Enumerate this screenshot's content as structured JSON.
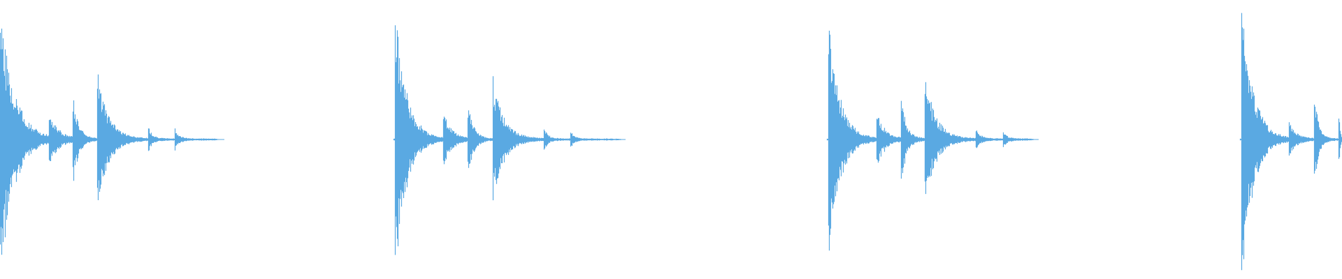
{
  "waveform": {
    "color": "#5aa9e2",
    "baseline": 0.5,
    "clips": [
      {
        "start": 0.0,
        "end": 0.167,
        "transients": [
          {
            "t": 0.0,
            "amp": 0.52,
            "decay": 0.01
          },
          {
            "t": 0.036,
            "amp": 0.1,
            "decay": 0.006
          },
          {
            "t": 0.054,
            "amp": 0.17,
            "decay": 0.004
          },
          {
            "t": 0.072,
            "amp": 0.27,
            "decay": 0.008
          },
          {
            "t": 0.11,
            "amp": 0.05,
            "decay": 0.003
          },
          {
            "t": 0.13,
            "amp": 0.04,
            "decay": 0.003
          }
        ]
      },
      {
        "start": 0.293,
        "end": 0.466,
        "transients": [
          {
            "t": 0.294,
            "amp": 0.55,
            "decay": 0.008
          },
          {
            "t": 0.33,
            "amp": 0.1,
            "decay": 0.006
          },
          {
            "t": 0.348,
            "amp": 0.15,
            "decay": 0.004
          },
          {
            "t": 0.367,
            "amp": 0.23,
            "decay": 0.008
          },
          {
            "t": 0.405,
            "amp": 0.04,
            "decay": 0.003
          },
          {
            "t": 0.425,
            "amp": 0.03,
            "decay": 0.003
          }
        ]
      },
      {
        "start": 0.616,
        "end": 0.774,
        "transients": [
          {
            "t": 0.617,
            "amp": 0.48,
            "decay": 0.008
          },
          {
            "t": 0.653,
            "amp": 0.1,
            "decay": 0.006
          },
          {
            "t": 0.671,
            "amp": 0.17,
            "decay": 0.004
          },
          {
            "t": 0.689,
            "amp": 0.24,
            "decay": 0.008
          },
          {
            "t": 0.727,
            "amp": 0.04,
            "decay": 0.003
          },
          {
            "t": 0.747,
            "amp": 0.03,
            "decay": 0.003
          }
        ]
      },
      {
        "start": 0.924,
        "end": 1.0,
        "transients": [
          {
            "t": 0.925,
            "amp": 0.57,
            "decay": 0.008
          },
          {
            "t": 0.96,
            "amp": 0.06,
            "decay": 0.005
          },
          {
            "t": 0.979,
            "amp": 0.2,
            "decay": 0.003
          },
          {
            "t": 0.997,
            "amp": 0.21,
            "decay": 0.003
          }
        ]
      }
    ]
  }
}
